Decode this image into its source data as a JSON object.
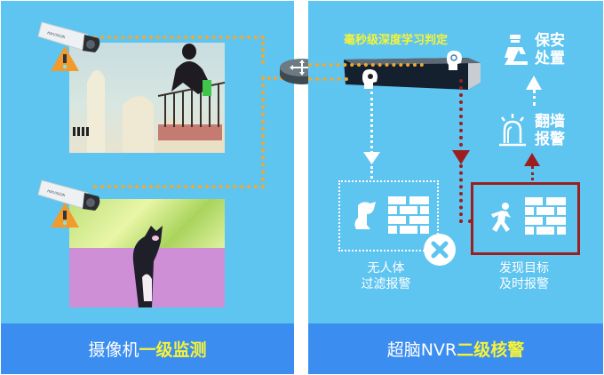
{
  "left_panel": {
    "footer": {
      "prefix": "摄像机",
      "highlight": "一级监测"
    },
    "scenes": [
      {
        "name": "person-climbing-wall",
        "alert": "warning"
      },
      {
        "name": "cat-on-wall",
        "alert": "warning"
      }
    ]
  },
  "right_panel": {
    "title": "毫秒级深度学习判定",
    "footer": {
      "prefix": "超脑NVR",
      "highlight": "二级核警"
    },
    "branch_filter": {
      "line1": "无人体",
      "line2": "过滤报警"
    },
    "branch_detect": {
      "line1": "发现目标",
      "line2": "及时报警"
    },
    "step_alarm": {
      "line1": "翻墙",
      "line2": "报警"
    },
    "step_dispatch": {
      "line1": "保安",
      "line2": "处置"
    }
  },
  "colors": {
    "panel_bg": "#5ec4f0",
    "footer_bg": "#3b8df0",
    "highlight": "#f4f33a",
    "orange_link": "#f0a830",
    "red_path": "#9b1f1f",
    "warning": "#f39a2c"
  }
}
